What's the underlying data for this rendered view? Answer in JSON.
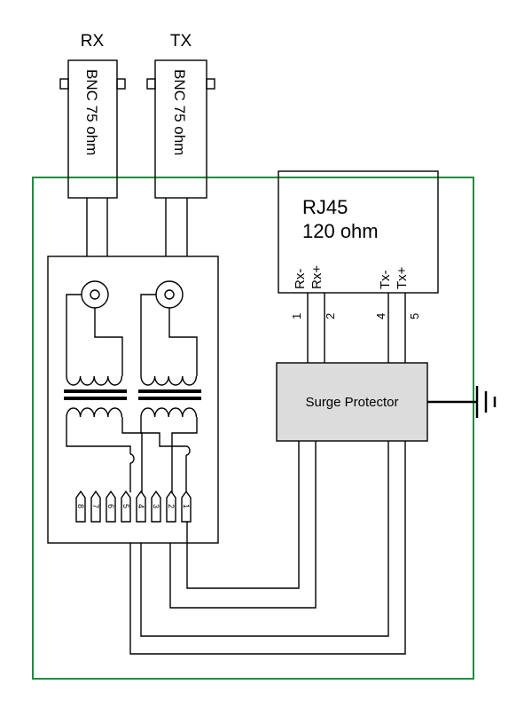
{
  "connectors": {
    "rx_title": "RX",
    "tx_title": "TX",
    "rx_bnc": "BNC 75 ohm",
    "tx_bnc": "BNC 75 ohm"
  },
  "rj45": {
    "title_line1": "RJ45",
    "title_line2": "120 ohm",
    "pins": {
      "rx_minus": "Rx-",
      "rx_plus": "Rx+",
      "tx_minus": "Tx-",
      "tx_plus": "Tx+"
    },
    "pin_numbers": [
      "1",
      "2",
      "4",
      "5"
    ]
  },
  "surge_protector": {
    "label": "Surge Protector"
  },
  "terminal_pins": [
    "8",
    "7",
    "6",
    "5",
    "4",
    "3",
    "2",
    "1"
  ],
  "colors": {
    "enclosure": "#1a8f3a",
    "surge_fill": "#dcdcdc",
    "line": "#000000"
  }
}
